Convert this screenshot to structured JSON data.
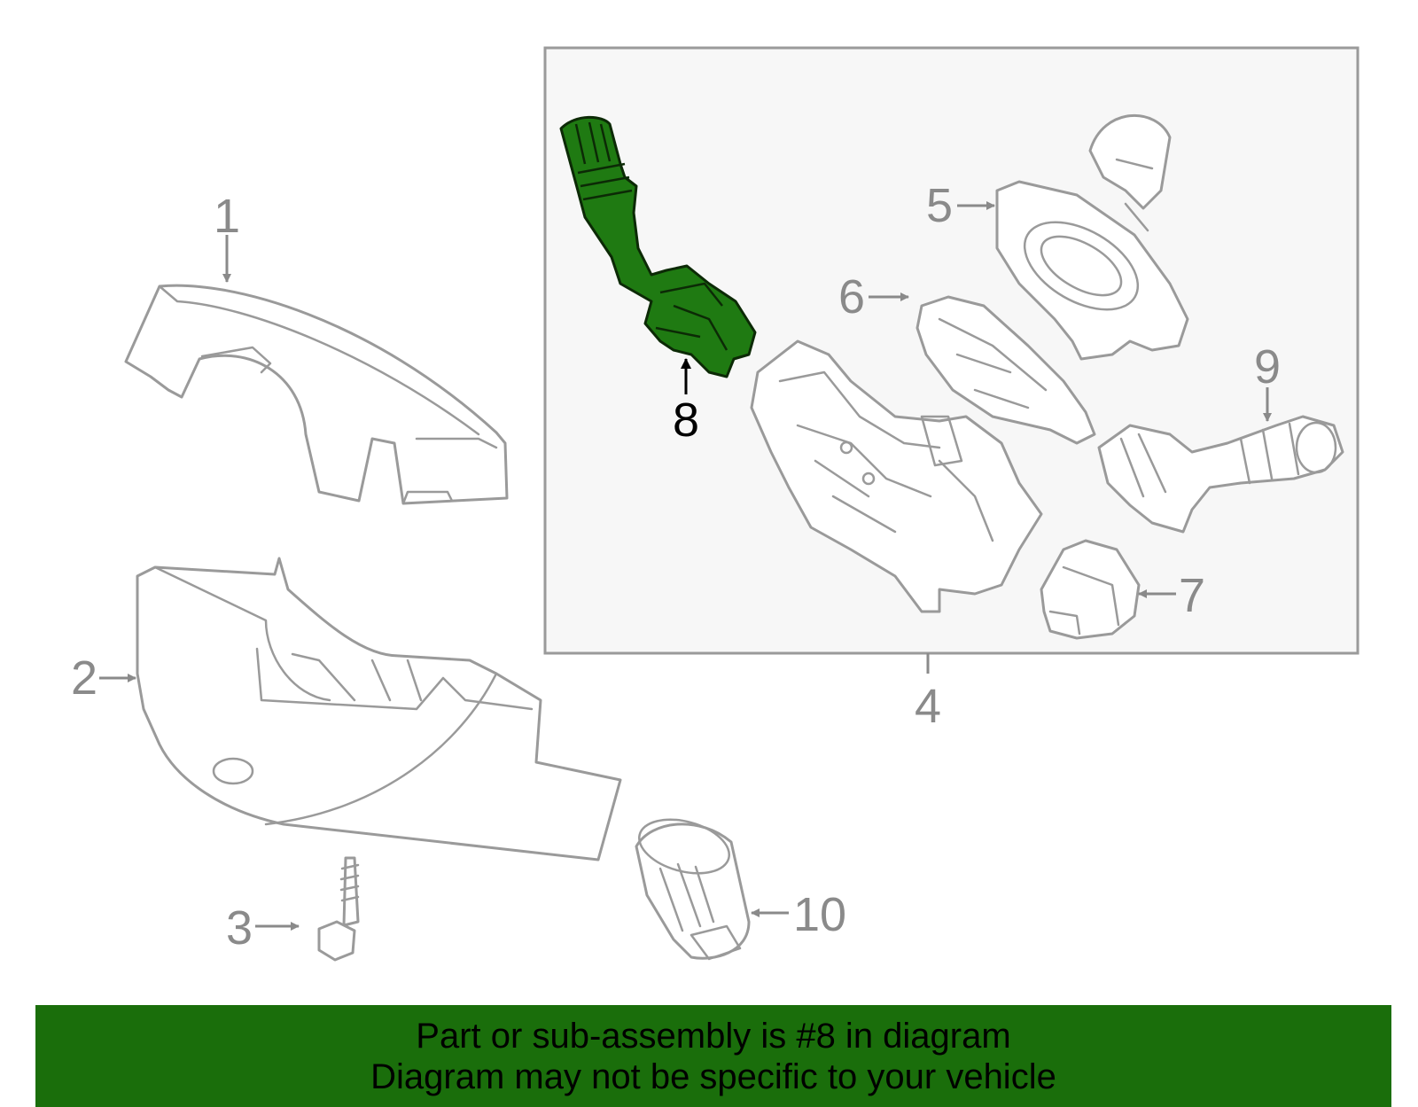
{
  "callouts": {
    "c1": "1",
    "c2": "2",
    "c3": "3",
    "c4": "4",
    "c5": "5",
    "c6": "6",
    "c7": "7",
    "c8": "8",
    "c9": "9",
    "c10": "10"
  },
  "highlight": {
    "part": "8",
    "color": "#1f7a12"
  },
  "banner": {
    "line1": "Part or sub-assembly is #8 in diagram",
    "line2": "Diagram may not be specific to your vehicle",
    "color": "#1a6e0b"
  }
}
